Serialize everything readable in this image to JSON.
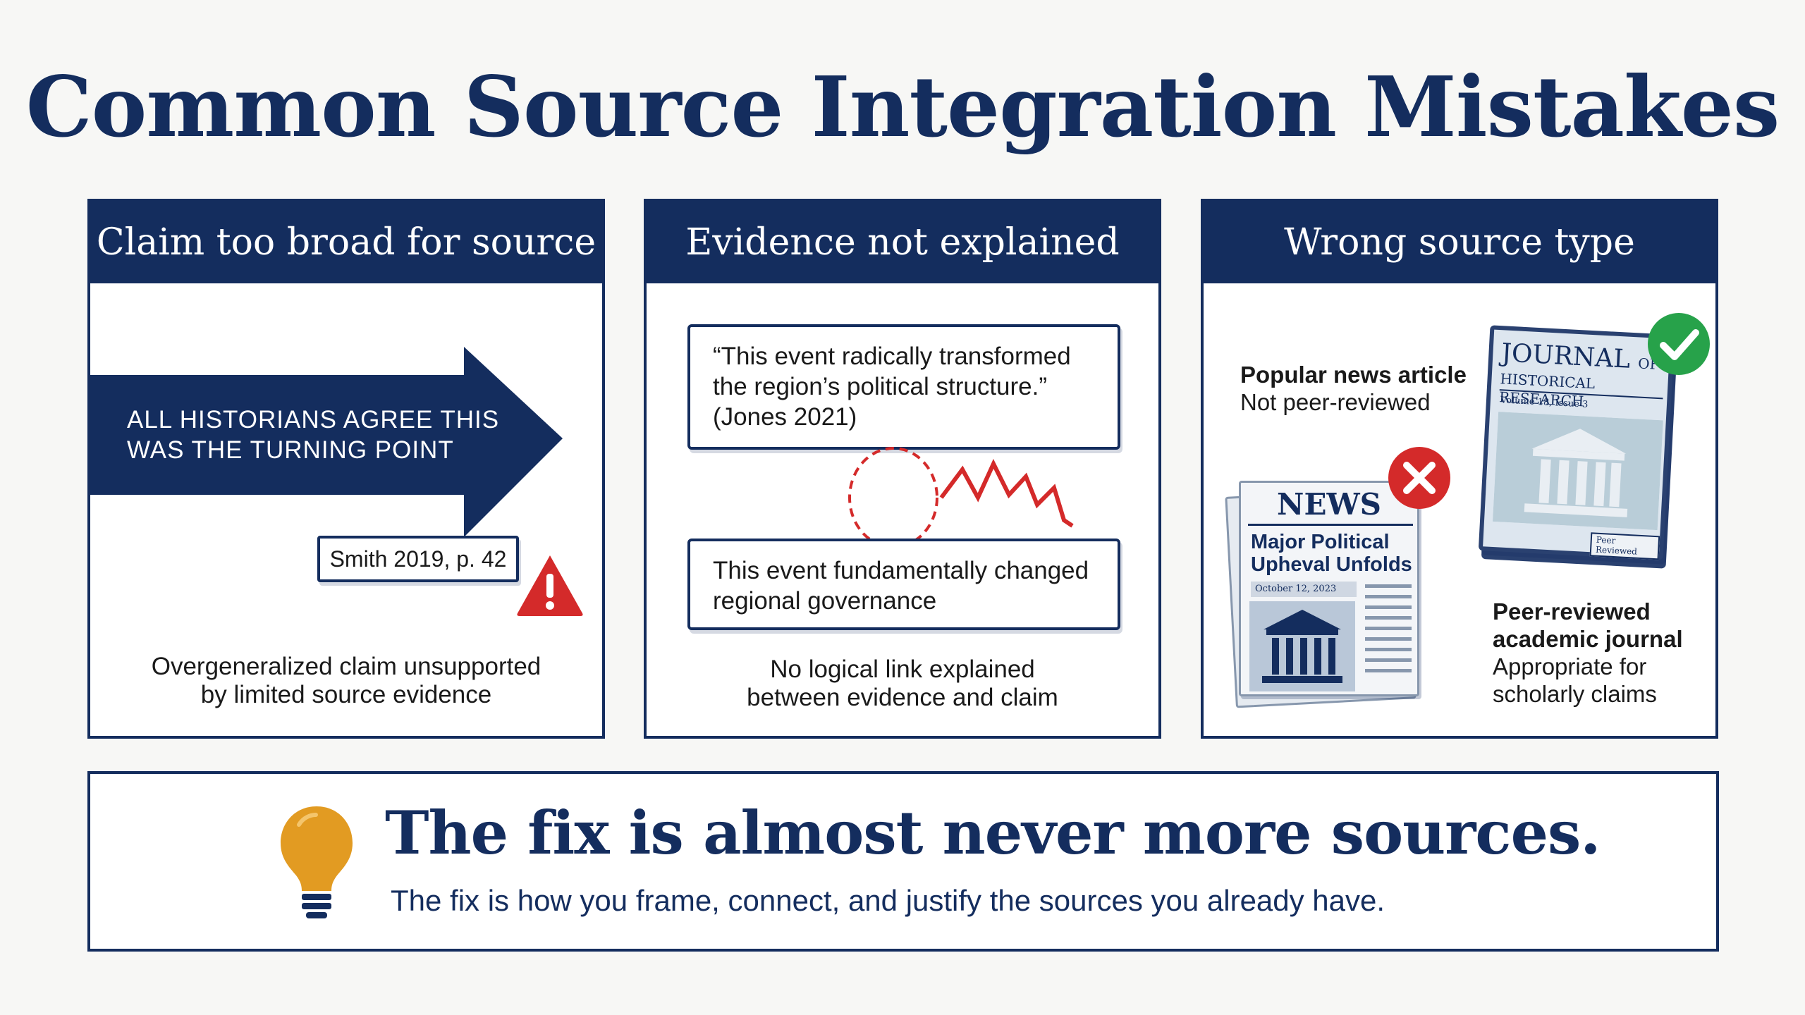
{
  "title": "Common Source Integration Mistakes",
  "colors": {
    "navy": "#142d5e",
    "red": "#d42a2a",
    "green": "#27a24a",
    "bulb": "#e29b22"
  },
  "panels": [
    {
      "header": "Claim too broad for source",
      "arrow_text": [
        "ALL HISTORIANS AGREE THIS",
        "WAS THE TURNING POINT"
      ],
      "citation": "Smith 2019, p. 42",
      "caption": [
        "Overgeneralized claim unsupported",
        "by limited source evidence"
      ]
    },
    {
      "header": "Evidence not explained",
      "quote": [
        "“This event radically transformed",
        "the region’s political structure.”",
        "(Jones 2021)"
      ],
      "claim": [
        "This event fundamentally changed",
        "regional governance"
      ],
      "caption": [
        "No logical link explained",
        "between evidence and claim"
      ]
    },
    {
      "header": "Wrong source type",
      "news_label": [
        "Popular news article",
        "Not peer-reviewed"
      ],
      "news_masthead": "NEWS",
      "news_headline": [
        "Major Political",
        "Upheval Unfolds"
      ],
      "news_date": "October 12, 2023",
      "journal_title": [
        "JOURNAL",
        "OF",
        "HISTORICAL RESEARCH"
      ],
      "journal_volume": "Volume 18, Issue 3",
      "journal_badge": "Peer Reviewed",
      "journal_label_bold": [
        "Peer-reviewed",
        "academic journal"
      ],
      "journal_label": [
        "Appropriate for",
        "scholarly claims"
      ]
    }
  ],
  "footer": {
    "headline": "The fix is almost never more sources.",
    "subline": "The fix is how you frame, connect, and justify the sources you already have."
  }
}
